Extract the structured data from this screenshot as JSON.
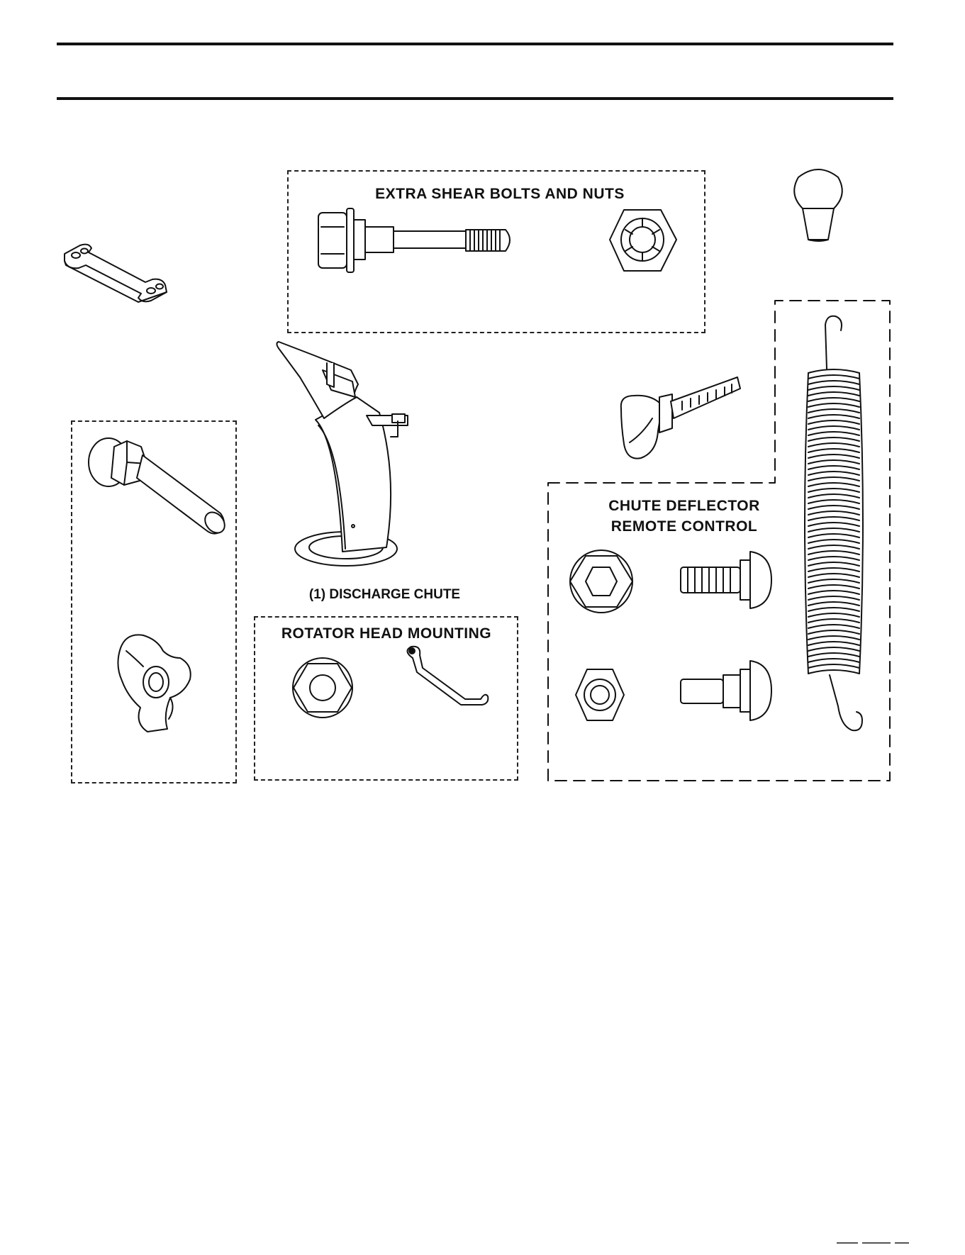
{
  "labels": {
    "extra_shear": "EXTRA SHEAR BOLTS AND NUTS",
    "discharge_chute": "(1) DISCHARGE CHUTE",
    "rotator_head": "ROTATOR HEAD MOUNTING",
    "chute_deflector_line1": "CHUTE DEFLECTOR",
    "chute_deflector_line2": "REMOTE CONTROL"
  },
  "parts": [
    "link-plate",
    "shear-bolt",
    "shear-lock-nut",
    "shift-knob",
    "discharge-chute",
    "shoulder-bolt",
    "wing-knob",
    "flange-nut",
    "wire-clip",
    "remote-control-knob",
    "flange-lock-nut",
    "carriage-bolt",
    "hex-nut",
    "shoulder-carriage-bolt",
    "extension-spring"
  ]
}
